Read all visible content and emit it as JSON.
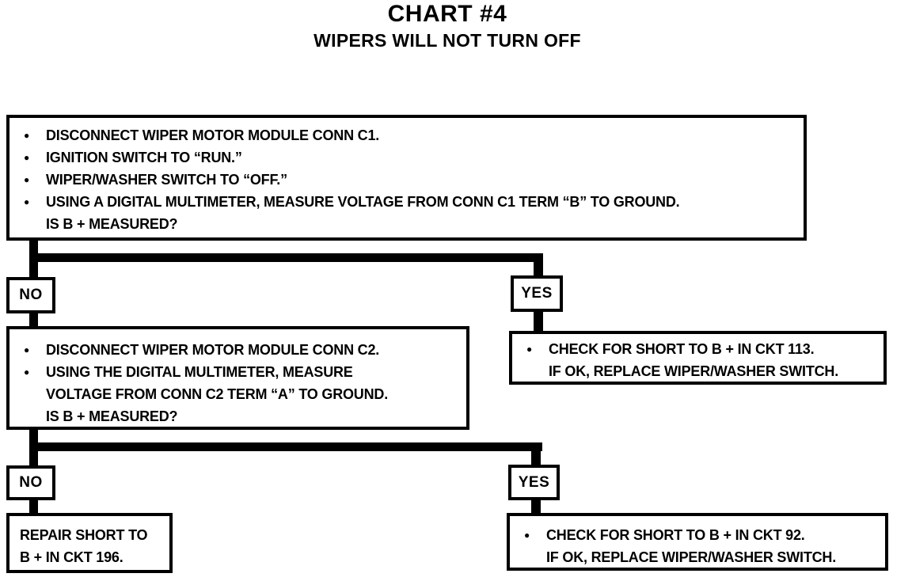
{
  "title": "CHART #4",
  "subtitle": "WIPERS WILL NOT TURN OFF",
  "colors": {
    "ink": "#000000",
    "paper": "#ffffff"
  },
  "icons": {
    "bullet": "●"
  },
  "flowchart": {
    "step1": {
      "bullets": [
        {
          "lines": [
            "DISCONNECT WIPER MOTOR MODULE CONN C1."
          ]
        },
        {
          "lines": [
            "IGNITION SWITCH TO “RUN.”"
          ]
        },
        {
          "lines": [
            "WIPER/WASHER SWITCH TO “OFF.”"
          ]
        },
        {
          "lines": [
            "USING A DIGITAL MULTIMETER, MEASURE VOLTAGE FROM CONN C1 TERM “B” TO GROUND.",
            "IS B + MEASURED?"
          ]
        }
      ]
    },
    "decision1": {
      "no": "NO",
      "yes": "YES"
    },
    "step2": {
      "bullets": [
        {
          "lines": [
            "DISCONNECT WIPER MOTOR MODULE CONN C2."
          ]
        },
        {
          "lines": [
            "USING THE DIGITAL MULTIMETER, MEASURE",
            "VOLTAGE FROM CONN C2 TERM “A” TO GROUND.",
            "IS B + MEASURED?"
          ]
        }
      ]
    },
    "result_yes1": {
      "bullets": [
        {
          "lines": [
            "CHECK FOR SHORT TO B +  IN CKT 113.",
            "IF OK, REPLACE WIPER/WASHER SWITCH."
          ]
        }
      ]
    },
    "decision2": {
      "no": "NO",
      "yes": "YES"
    },
    "result_no2": {
      "lines": [
        "REPAIR SHORT TO",
        "B +  IN CKT 196."
      ]
    },
    "result_yes2": {
      "bullets": [
        {
          "lines": [
            "CHECK FOR SHORT TO B +  IN CKT 92.",
            "IF OK, REPLACE WIPER/WASHER SWITCH."
          ]
        }
      ]
    }
  }
}
